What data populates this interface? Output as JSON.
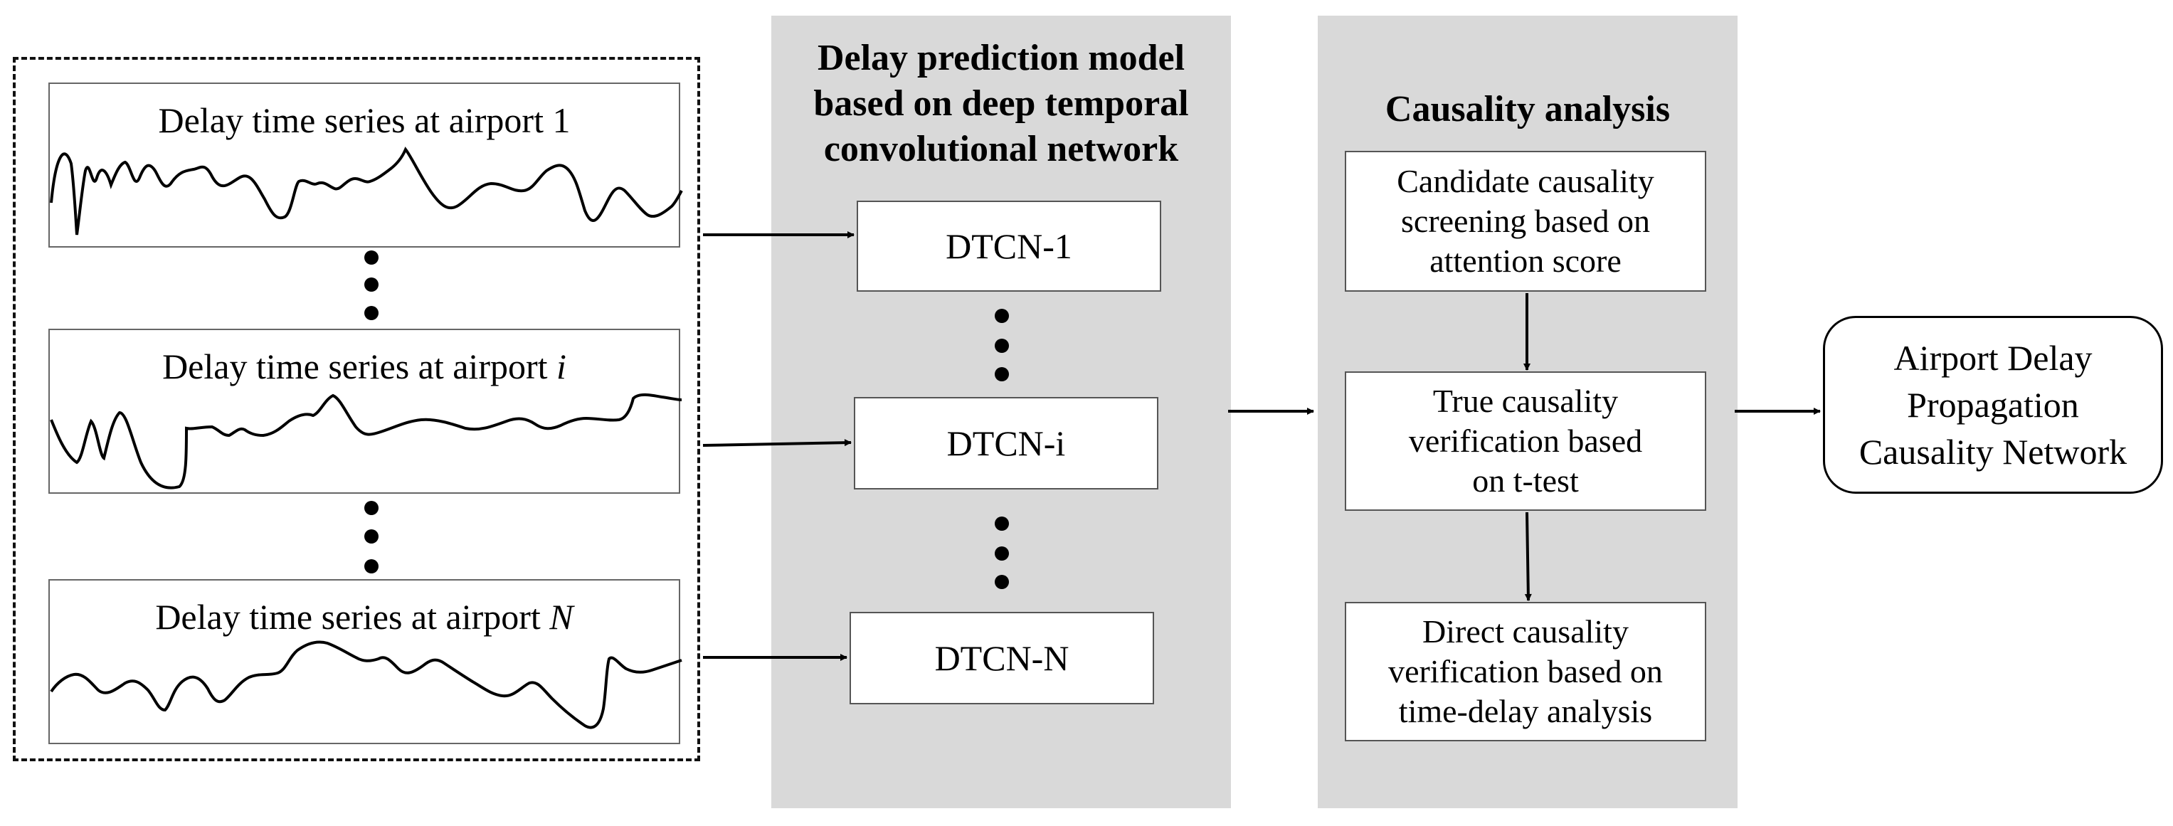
{
  "input_group": {
    "series": [
      {
        "prefix": "Delay time series at airport ",
        "index": "1",
        "index_italic": false
      },
      {
        "prefix": "Delay time series at airport ",
        "index": "i",
        "index_italic": true
      },
      {
        "prefix": "Delay time series at airport ",
        "index": "N",
        "index_italic": true
      }
    ]
  },
  "prediction_panel": {
    "title": "Delay prediction model\nbased on deep temporal\nconvolutional network",
    "models": [
      "DTCN-1",
      "DTCN-i",
      "DTCN-N"
    ]
  },
  "causality_panel": {
    "title": "Causality analysis",
    "steps": [
      "Candidate causality\nscreening based on\nattention score",
      "True causality\nverification based\non t-test",
      "Direct causality\nverification based on\ntime-delay analysis"
    ]
  },
  "output": {
    "label": "Airport Delay\nPropagation\nCausality Network"
  },
  "colors": {
    "panel_bg": "#d9d9d9",
    "line": "#000000",
    "box_border": "#555555"
  }
}
